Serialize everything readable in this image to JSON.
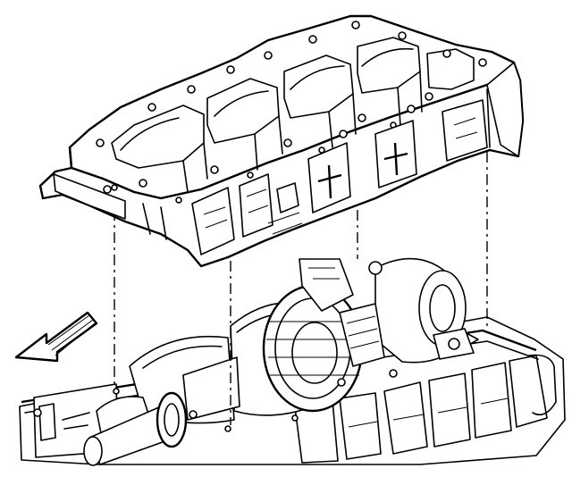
{
  "figure": {
    "parts": [
      {
        "name": "crankcase-lower-bearing-cap",
        "icon": "engine-block-part-icon"
      },
      {
        "name": "engine-block-crankshaft",
        "icon": "crankshaft-icon"
      },
      {
        "name": "front-direction-arrow",
        "icon": "arrow-left-icon"
      }
    ],
    "alignment_guides": 4
  }
}
